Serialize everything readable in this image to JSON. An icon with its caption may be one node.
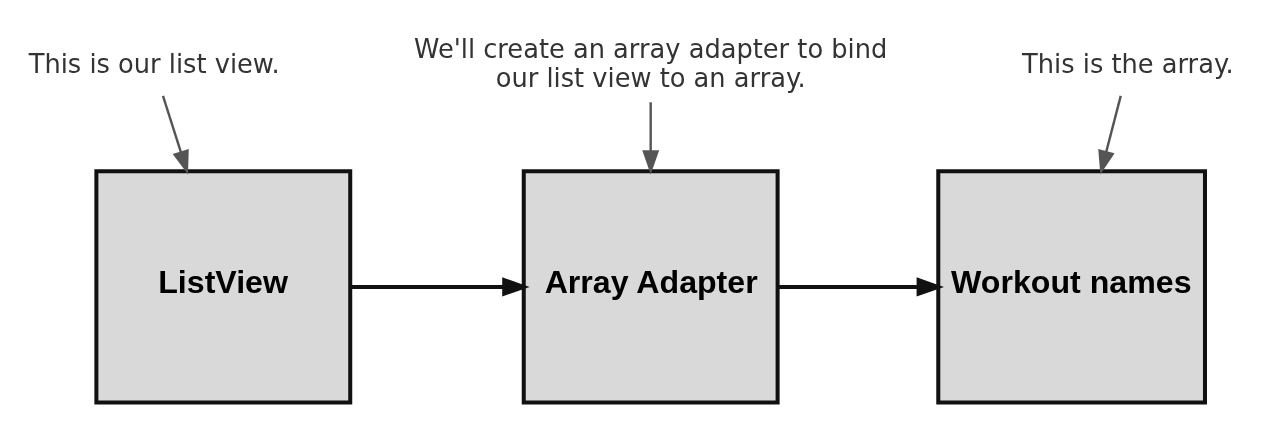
{
  "diagram": {
    "nodes": [
      {
        "text": [
          "This is our list view."
        ]
      },
      {
        "text": [
          "We'll create an array adapter to bind our list view to an array."
        ]
      },
      {
        "text": [
          "This is the array."
        ]
      },
      {
        "text": [
          "ListView"
        ]
      },
      {
        "text": [
          "Array Adapter"
        ]
      },
      {
        "text": [
          "Workout names"
        ]
      }
    ],
    "edges": [
      {
        "from": 0,
        "to": 3,
        "arrow": "to"
      },
      {
        "from": 3,
        "to": 4,
        "arrow": "to"
      },
      {
        "from": 1,
        "to": 4,
        "arrow": "to"
      },
      {
        "from": 4,
        "to": 5,
        "arrow": "to"
      },
      {
        "from": 2,
        "to": 5,
        "arrow": "to"
      }
    ]
  }
}
